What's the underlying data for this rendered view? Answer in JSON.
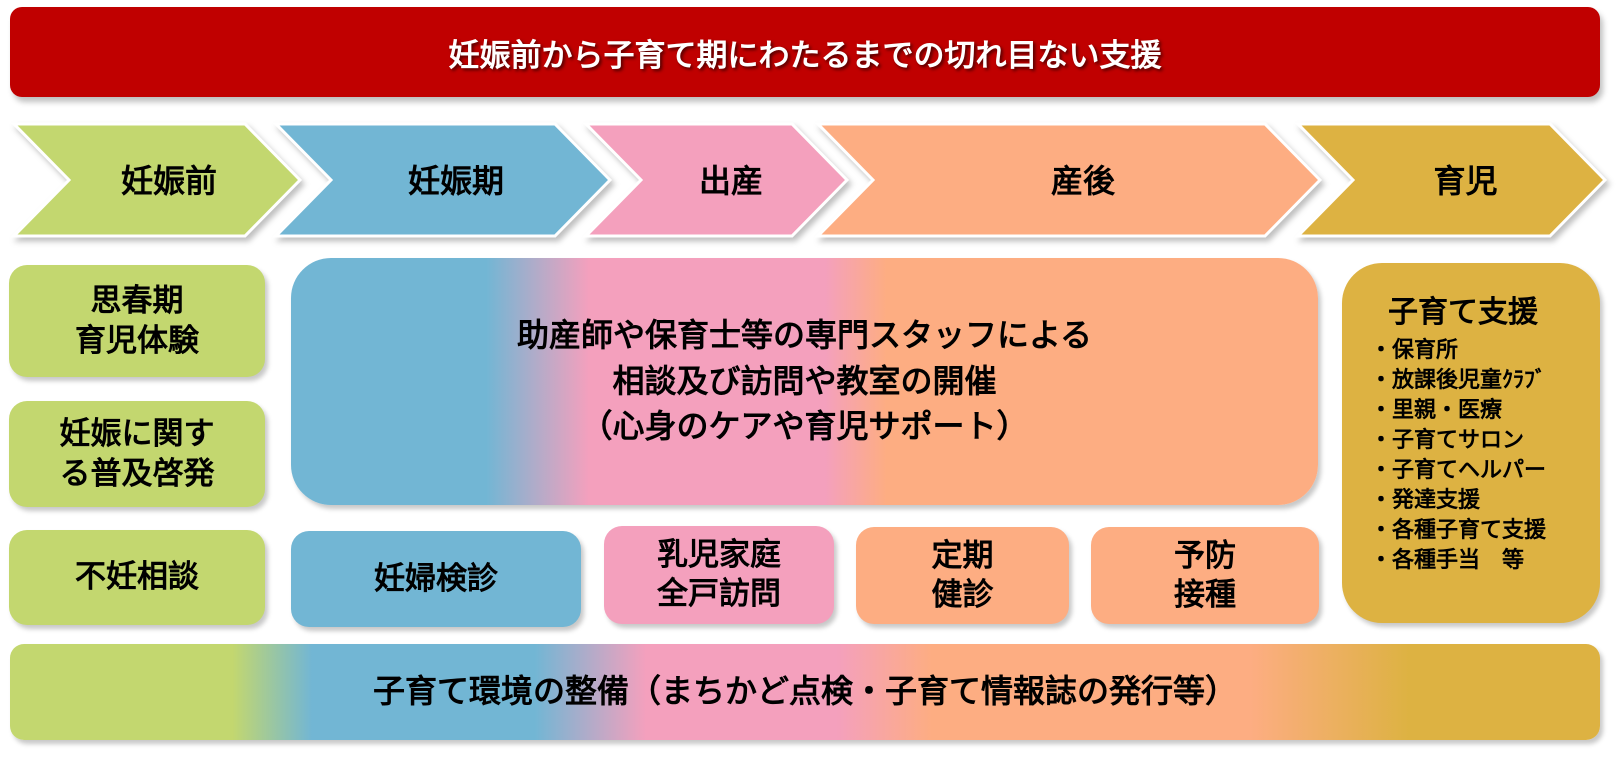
{
  "title": "妊娠前から子育て期にわたるまでの切れ目ない支援",
  "colors": {
    "title_bg": "#c00000",
    "pre_pregnancy": "#c3d76f",
    "pregnancy": "#72b6d4",
    "birth": "#f4a0bd",
    "postpartum": "#fdad82",
    "childcare": "#ddb242"
  },
  "stages": [
    {
      "label": "妊娠前"
    },
    {
      "label": "妊娠期"
    },
    {
      "label": "出産"
    },
    {
      "label": "産後"
    },
    {
      "label": "育児"
    }
  ],
  "pre_pregnancy_boxes": [
    {
      "line1": "思春期",
      "line2": "育児体験"
    },
    {
      "line1": "妊娠に関す",
      "line2": "る普及啓発"
    },
    {
      "line1": "不妊相談"
    }
  ],
  "center_box": {
    "line1": "助産師や保育士等の専門スタッフによる",
    "line2": "相談及び訪問や教室の開催",
    "line3": "（心身のケアや育児サポート）"
  },
  "service_boxes": [
    {
      "line1": "妊婦検診"
    },
    {
      "line1": "乳児家庭",
      "line2": "全戸訪問"
    },
    {
      "line1": "定期",
      "line2": "健診"
    },
    {
      "line1": "予防",
      "line2": "接種"
    }
  ],
  "support_box": {
    "title": "子育て支援",
    "items": [
      "・保育所",
      "・放課後児童ｸﾗﾌﾞ",
      "・里親・医療",
      "・子育てサロン",
      "・子育てヘルパー",
      "・発達支援",
      "・各種子育て支援",
      "・各種手当　等"
    ]
  },
  "bottom_bar": "子育て環境の整備（まちかど点検・子育て情報誌の発行等）"
}
